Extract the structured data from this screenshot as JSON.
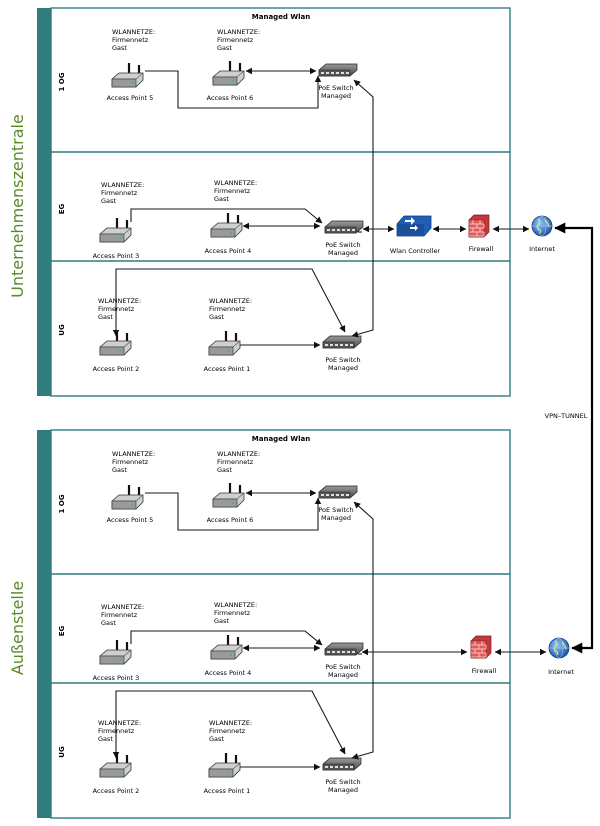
{
  "colors": {
    "band": "#2f7d7f",
    "border": "#2f7d7f",
    "site_text": "#5a8a2a",
    "firewall": "#c0393b",
    "controller": "#1f5fb8",
    "globe": "#2a6fd0"
  },
  "icons": [
    "router-icon",
    "switch-icon",
    "controller-icon",
    "firewall-icon",
    "globe-icon"
  ],
  "vpn_label": "VPN–TUNNEL",
  "sites": [
    {
      "name": "Unternehmenszentrale",
      "title": "Managed Wlan",
      "floors": [
        {
          "label": "1 OG",
          "aps": [
            {
              "ssid": [
                "WLANNETZE:",
                "Firmennetz",
                "Gast"
              ],
              "name": "Access Point 5"
            },
            {
              "ssid": [
                "WLANNETZE:",
                "Firmennetz",
                "Gast"
              ],
              "name": "Access Point 6"
            }
          ],
          "switch": [
            "PoE Switch",
            "Managed"
          ]
        },
        {
          "label": "EG",
          "aps": [
            {
              "ssid": [
                "WLANNETZE:",
                "Firmennetz",
                "Gast"
              ],
              "name": "Access Point 3"
            },
            {
              "ssid": [
                "WLANNETZE:",
                "Firmennetz",
                "Gast"
              ],
              "name": "Access Point 4"
            }
          ],
          "switch": [
            "PoE Switch",
            "Managed"
          ]
        },
        {
          "label": "UG",
          "aps": [
            {
              "ssid": [
                "WLANNETZE:",
                "Firmennetz",
                "Gast"
              ],
              "name": "Access Point 2"
            },
            {
              "ssid": [
                "WLANNETZE:",
                "Firmennetz",
                "Gast"
              ],
              "name": "Access Point 1"
            }
          ],
          "switch": [
            "PoE Switch",
            "Managed"
          ]
        }
      ],
      "controller": "Wlan Controller",
      "firewall": "Firewall",
      "internet": "Internet"
    },
    {
      "name": "Außenstelle",
      "title": "Managed Wlan",
      "floors": [
        {
          "label": "1 OG",
          "aps": [
            {
              "ssid": [
                "WLANNETZE:",
                "Firmennetz",
                "Gast"
              ],
              "name": "Access Point 5"
            },
            {
              "ssid": [
                "WLANNETZE:",
                "Firmennetz",
                "Gast"
              ],
              "name": "Access Point 6"
            }
          ],
          "switch": [
            "PoE Switch",
            "Managed"
          ]
        },
        {
          "label": "EG",
          "aps": [
            {
              "ssid": [
                "WLANNETZE:",
                "Firmennetz",
                "Gast"
              ],
              "name": "Access Point 3"
            },
            {
              "ssid": [
                "WLANNETZE:",
                "Firmennetz",
                "Gast"
              ],
              "name": "Access Point 4"
            }
          ],
          "switch": [
            "PoE Switch",
            "Managed"
          ]
        },
        {
          "label": "UG",
          "aps": [
            {
              "ssid": [
                "WLANNETZE:",
                "Firmennetz",
                "Gast"
              ],
              "name": "Access Point 2"
            },
            {
              "ssid": [
                "WLANNETZE:",
                "Firmennetz",
                "Gast"
              ],
              "name": "Access Point 1"
            }
          ],
          "switch": [
            "PoE Switch",
            "Managed"
          ]
        }
      ],
      "firewall": "Firewall",
      "internet": "Internet"
    }
  ]
}
